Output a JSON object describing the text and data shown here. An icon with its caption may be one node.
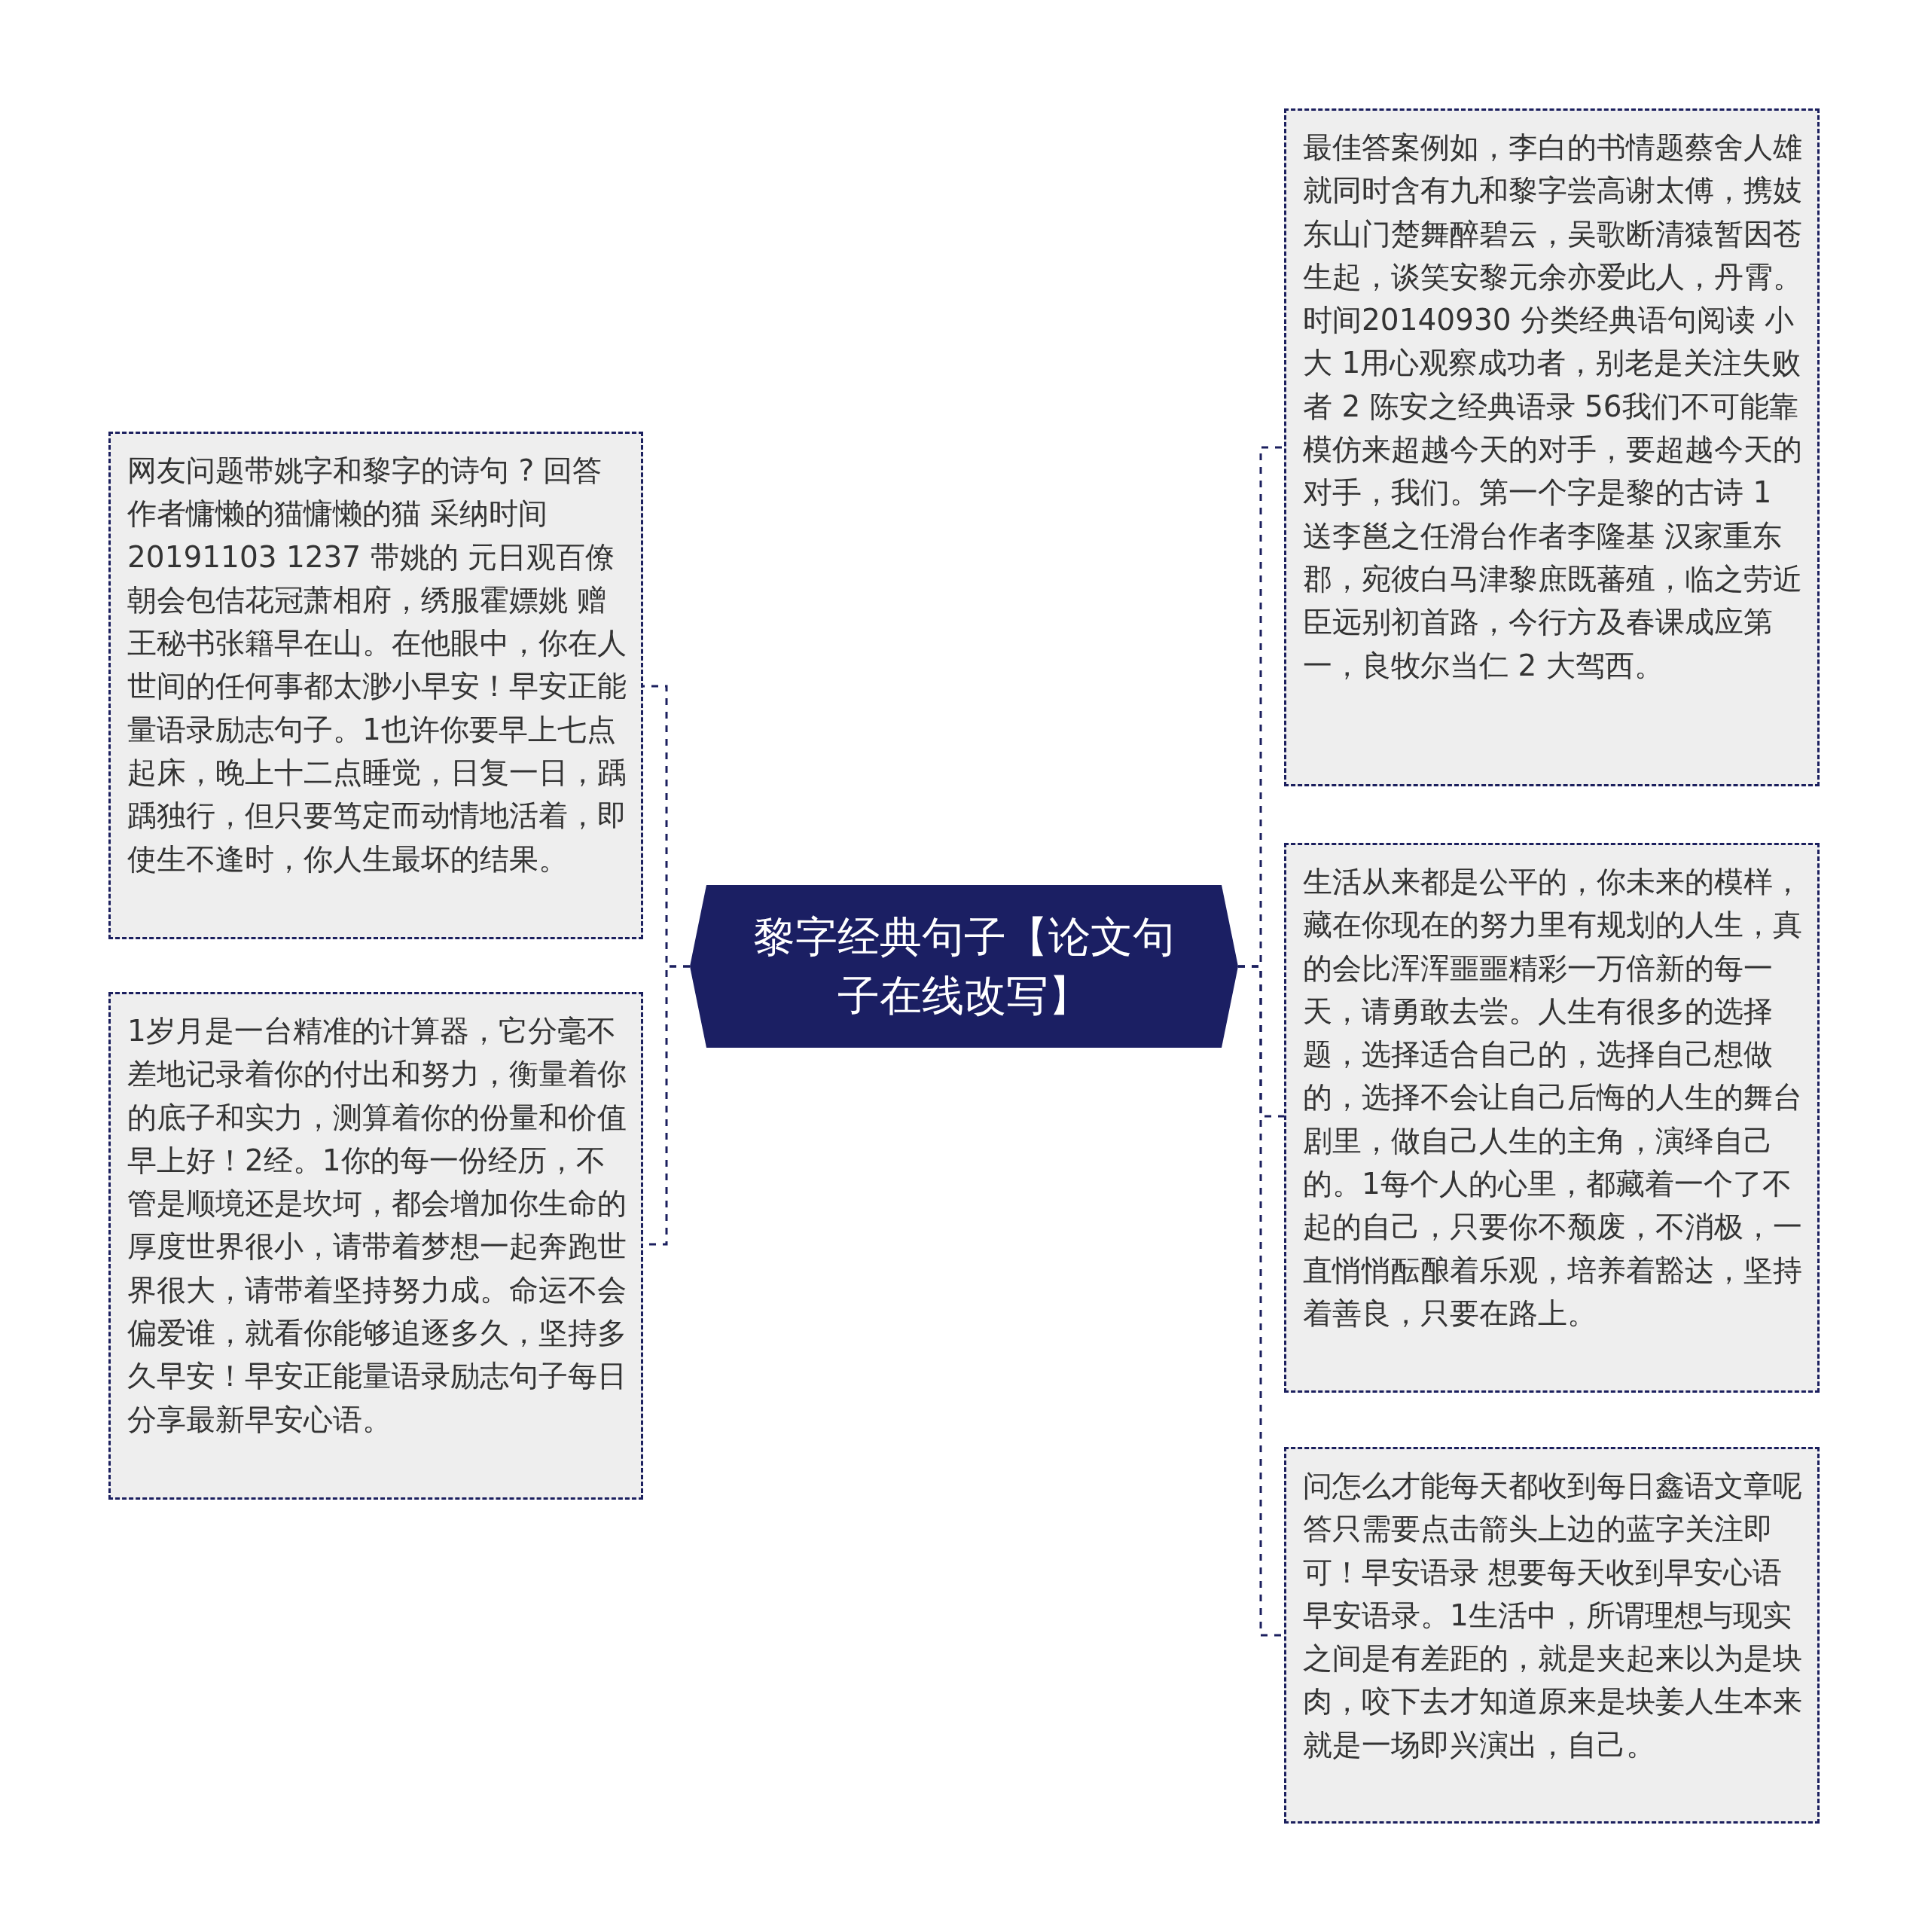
{
  "diagram": {
    "nodes": [
      {
        "text": [
          "黎字经典句子【论文句子在线改写】"
        ]
      },
      {
        "text": [
          "网友问题带姚字和黎字的诗句 ? 回答作者慵懒的猫慵懒的猫 采纳时间20191103 1237 带姚的 元日观百僚朝会包佶花冠萧相府，绣服霍嫖姚 赠王秘书张籍早在山。在他眼中，你在人世间的任何事都太渺小早安！早安正能量语录励志句子。1也许你要早上七点起床，晚上十二点睡觉，日复一日，踽踽独行，但只要笃定而动情地活着，即使生不逢时，你人生最坏的结果。"
        ]
      },
      {
        "text": [
          "1岁月是一台精准的计算器，它分毫不差地记录着你的付出和努力，衡量着你的底子和实力，测算着你的份量和价值早上好！2经。1你的每一份经历，不管是顺境还是坎坷，都会增加你生命的厚度世界很小，请带着梦想一起奔跑世界很大，请带着坚持努力成。命运不会偏爱谁，就看你能够追逐多久，坚持多久早安！早安正能量语录励志句子每日分享最新早安心语。"
        ]
      },
      {
        "text": [
          "最佳答案例如，李白的书情题蔡舍人雄就同时含有九和黎字尝高谢太傅，携妓东山门楚舞醉碧云，吴歌断清猿暂因苍生起，谈笑安黎元余亦爱此人，丹霄。时间20140930 分类经典语句阅读 小大 1用心观察成功者，别老是关注失败者 2 陈安之经典语录 56我们不可能靠模仿来超越今天的对手，要超越今天的对手，我们。第一个字是黎的古诗 1 送李邕之任滑台作者李隆基 汉家重东郡，宛彼白马津黎庶既蕃殖，临之劳近臣远别初首路，今行方及春课成应第一，良牧尔当仁 2 大驾西。"
        ]
      },
      {
        "text": [
          "生活从来都是公平的，你未来的模样，藏在你现在的努力里有规划的人生，真的会比浑浑噩噩精彩一万倍新的每一天，请勇敢去尝。人生有很多的选择题，选择适合自己的，选择自己想做的，选择不会让自己后悔的人生的舞台剧里，做自己人生的主角，演绎自己的。1每个人的心里，都藏着一个了不起的自己，只要你不颓废，不消极，一直悄悄酝酿着乐观，培养着豁达，坚持着善良，只要在路上。"
        ]
      },
      {
        "text": [
          "问怎么才能每天都收到每日鑫语文章呢答只需要点击箭头上边的蓝字关注即可！早安语录 想要每天收到早安心语早安语录。1生活中，所谓理想与现实之间是有差距的，就是夹起来以为是块肉，咬下去才知道原来是块姜人生本来就是一场即兴演出，自己。"
        ]
      }
    ],
    "edges": [
      {
        "from": 0,
        "to": 1,
        "arrow": "none",
        "style": "dashed"
      },
      {
        "from": 0,
        "to": 2,
        "arrow": "none",
        "style": "dashed"
      },
      {
        "from": 0,
        "to": 3,
        "arrow": "none",
        "style": "dashed"
      },
      {
        "from": 0,
        "to": 4,
        "arrow": "none",
        "style": "dashed"
      },
      {
        "from": 0,
        "to": 5,
        "arrow": "none",
        "style": "dashed"
      }
    ]
  }
}
